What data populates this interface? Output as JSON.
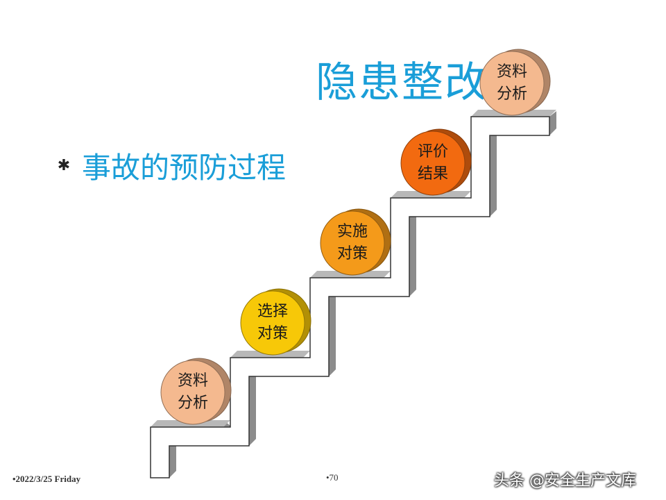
{
  "title": "隐患整改",
  "bullet": {
    "mark": "✱",
    "text": "事故的预防过程"
  },
  "steps": [
    {
      "line1": "资料",
      "line2": "分析",
      "color": "#f4b98f"
    },
    {
      "line1": "选择",
      "line2": "对策",
      "color": "#f7c808"
    },
    {
      "line1": "实施",
      "line2": "对策",
      "color": "#f49a1a"
    },
    {
      "line1": "评价",
      "line2": "结果",
      "color": "#f26a10"
    },
    {
      "line1": "资料",
      "line2": "分析",
      "color": "#f4b98f"
    }
  ],
  "footer": {
    "date": "•2022/3/25 Friday",
    "page": "•70"
  },
  "watermark": "头条 @安全生产文库"
}
